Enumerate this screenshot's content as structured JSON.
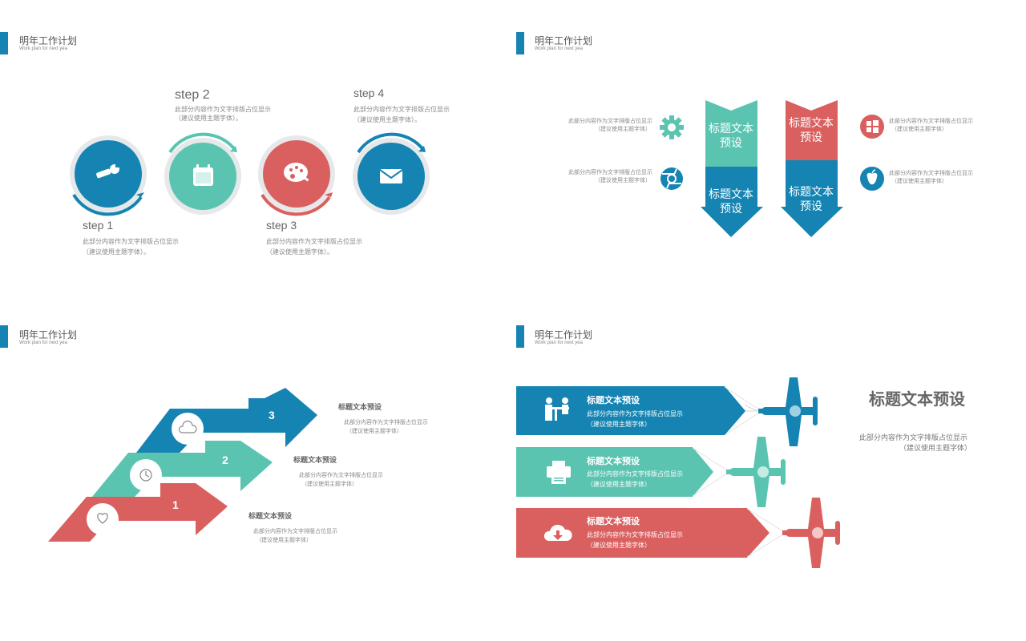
{
  "header": {
    "title": "明年工作计划",
    "subtitle": "Work plan for next yea"
  },
  "colors": {
    "blue": "#1584b2",
    "teal": "#5bc4b1",
    "red": "#d9605f",
    "gray": "#e6e8ea"
  },
  "slide1": {
    "steps": [
      {
        "label": "step 1",
        "line1": "此部分内容作为文字排版占位显示",
        "line2": "（建议使用主题字体）。",
        "icon": "wrench-icon"
      },
      {
        "label": "step 2",
        "line1": "此部分内容作为文字排版占位显示",
        "line2": "（建议使用主题字体）。",
        "icon": "calendar-icon"
      },
      {
        "label": "step 3",
        "line1": "此部分内容作为文字排版占位显示",
        "line2": "（建议使用主题字体）。",
        "icon": "palette-icon"
      },
      {
        "label": "step 4",
        "line1": "此部分内容作为文字排版占位显示",
        "line2": "（建议使用主题字体）。",
        "icon": "mail-icon"
      }
    ]
  },
  "slide2": {
    "banners": [
      {
        "top": "标题文本\n预设",
        "bottom": "标题文本\n预设"
      },
      {
        "top": "标题文本\n预设",
        "bottom": "标题文本\n预设"
      }
    ],
    "items": [
      {
        "line1": "此部分内容作为文字排版占位显示",
        "line2": "（建议使用主题字体）",
        "icon": "gear-icon"
      },
      {
        "line1": "此部分内容作为文字排版占位显示",
        "line2": "（建议使用主题字体）",
        "icon": "aperture-icon"
      },
      {
        "line1": "此部分内容作为文字排版占位显示",
        "line2": "（建议使用主题字体）",
        "icon": "windows-icon"
      },
      {
        "line1": "此部分内容作为文字排版占位显示",
        "line2": "（建议使用主题字体）",
        "icon": "apple-icon"
      }
    ]
  },
  "slide3": {
    "arrows": [
      {
        "number": "1",
        "title": "标题文本预设",
        "line1": "此部分内容作为文字排版占位显示",
        "line2": "（建议使用主题字体）",
        "icon": "heart-icon"
      },
      {
        "number": "2",
        "title": "标题文本预设",
        "line1": "此部分内容作为文字排版占位显示",
        "line2": "（建议使用主题字体）",
        "icon": "clock-icon"
      },
      {
        "number": "3",
        "title": "标题文本预设",
        "line1": "此部分内容作为文字排版占位显示",
        "line2": "（建议使用主题字体）",
        "icon": "cloud-icon"
      }
    ]
  },
  "slide4": {
    "big_title": "标题文本预设",
    "big_line1": "此部分内容作为文字排版占位显示",
    "big_line2": "（建议使用主题字体）",
    "rows": [
      {
        "title": "标题文本预设",
        "line1": "此部分内容作为文字排版占位显示",
        "line2": "（建议使用主题字体）",
        "icon": "meeting-icon"
      },
      {
        "title": "标题文本预设",
        "line1": "此部分内容作为文字排版占位显示",
        "line2": "（建议使用主题字体）",
        "icon": "printer-icon"
      },
      {
        "title": "标题文本预设",
        "line1": "此部分内容作为文字排版占位显示",
        "line2": "（建议使用主题字体）",
        "icon": "cloud-download-icon"
      }
    ]
  }
}
